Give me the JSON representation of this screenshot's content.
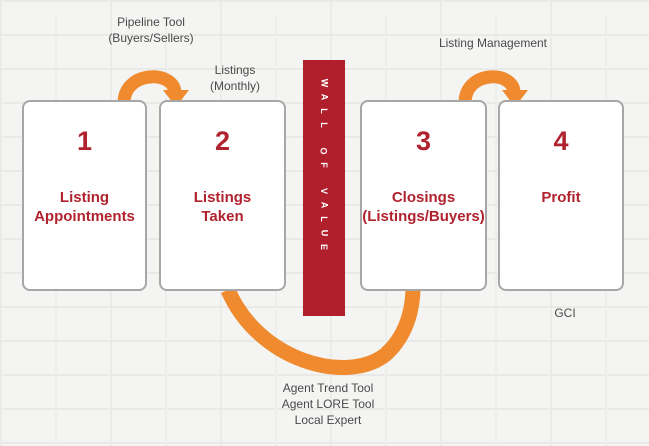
{
  "cards": [
    {
      "number": "1",
      "title_lines": [
        "Listing",
        "Appointments"
      ]
    },
    {
      "number": "2",
      "title_lines": [
        "Listings",
        "Taken"
      ]
    },
    {
      "number": "3",
      "title_lines": [
        "Closings",
        "(Listings/Buyers)"
      ]
    },
    {
      "number": "4",
      "title_lines": [
        "Profit"
      ]
    }
  ],
  "labels": {
    "pipeline_tool": [
      "Pipeline Tool",
      "(Buyers/Sellers)"
    ],
    "listings_monthly": [
      "Listings",
      "(Monthly)"
    ],
    "listing_management": "Listing Management",
    "gci": "GCI",
    "bottom_tools": [
      "Agent Trend Tool",
      "Agent LORE Tool",
      "Local Expert"
    ]
  },
  "wall": {
    "words": [
      "WALL",
      "OF",
      "VALUE"
    ]
  },
  "colors": {
    "accent_red": "#b0232e",
    "wall_red": "#b11f2c",
    "arrow_orange": "#ef8a2e",
    "card_border": "#a7a7a7"
  }
}
